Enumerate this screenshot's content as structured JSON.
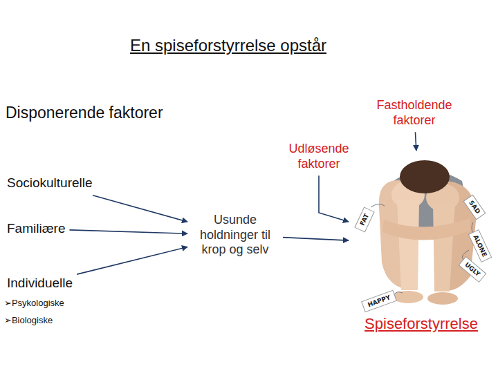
{
  "diagram": {
    "title": "En spiseforstyrrelse opstår",
    "nodes": [
      {
        "text": [
          "Sociokulturelle"
        ]
      },
      {
        "text": [
          "Familiære"
        ]
      },
      {
        "text": [
          "Individuelle"
        ]
      },
      {
        "text": [
          "Usunde holdninger til krop og selv"
        ]
      },
      {
        "text": [
          "Udløsende faktorer"
        ]
      },
      {
        "text": [
          "Fastholdende faktorer"
        ]
      },
      {
        "text": [
          "Spiseforstyrrelse"
        ]
      }
    ],
    "edges": [
      {
        "from": 0,
        "to": 3,
        "arrow": "to"
      },
      {
        "from": 1,
        "to": 3,
        "arrow": "to"
      },
      {
        "from": 2,
        "to": 3,
        "arrow": "to"
      },
      {
        "from": 3,
        "to": 6,
        "arrow": "to"
      },
      {
        "from": 4,
        "to": 6,
        "arrow": "to"
      },
      {
        "from": 5,
        "to": 6,
        "arrow": "to"
      }
    ],
    "labels": [
      "Disponerende faktorer",
      "➢Psykologiske",
      "➢Biologiske",
      "FAT",
      "SAD",
      "ALONE",
      "UGLY",
      "HAPPY"
    ]
  }
}
